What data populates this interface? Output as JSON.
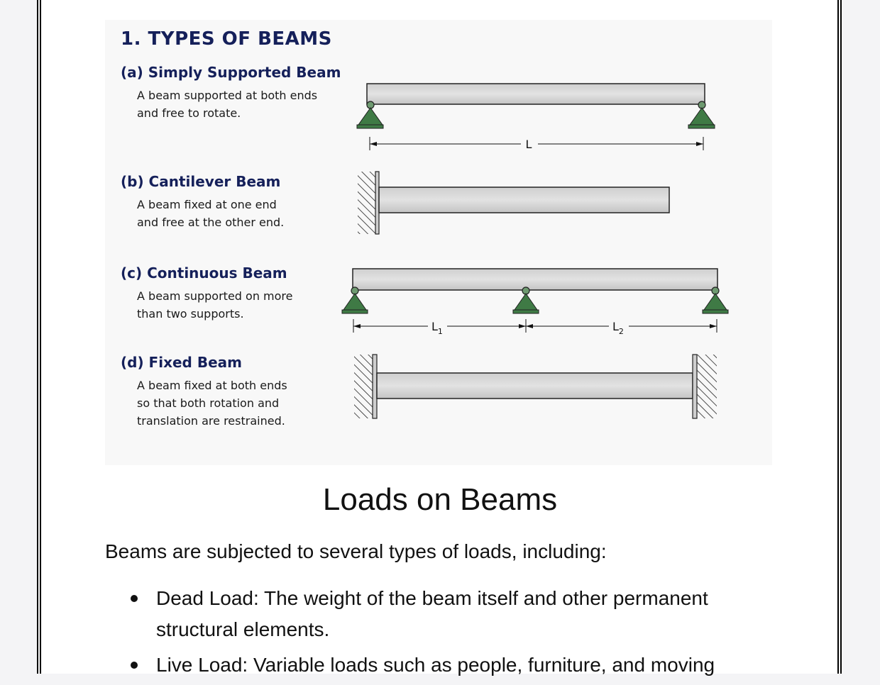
{
  "figure": {
    "heading": "1. TYPES OF BEAMS",
    "beams": [
      {
        "title": "(a)  Simply Supported Beam",
        "description": "A beam supported at both ends\nand free to rotate."
      },
      {
        "title": "(b)  Cantilever Beam",
        "description": "A beam fixed at one end\nand free at the other end."
      },
      {
        "title": "(c)  Continuous Beam",
        "description": "A beam supported on more\nthan two supports."
      },
      {
        "title": "(d)  Fixed Beam",
        "description": "A beam fixed at both ends\nso that both rotation and\ntranslation are restrained."
      }
    ],
    "dimension_labels": {
      "span": "L",
      "span1": "L",
      "span1_sub": "1",
      "span2": "L",
      "span2_sub": "2"
    },
    "colors": {
      "heading": "#15205a",
      "support": "#3f7a45",
      "beam": "#d4d4d4"
    }
  },
  "section": {
    "title": "Loads on Beams",
    "intro": "Beams are subjected to several types of loads, including:",
    "loads": [
      "Dead Load: The weight of the beam itself and other permanent structural elements.",
      "Live Load: Variable loads such as people, furniture, and moving"
    ]
  }
}
